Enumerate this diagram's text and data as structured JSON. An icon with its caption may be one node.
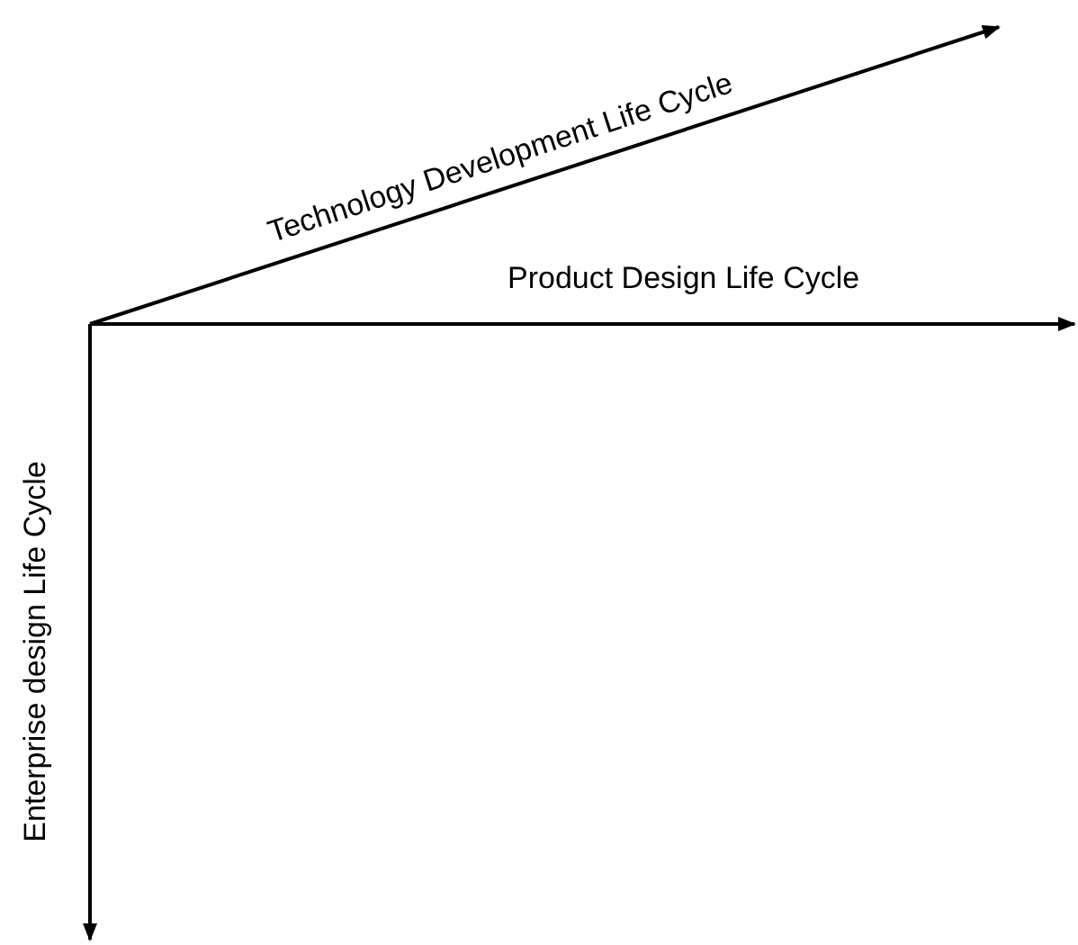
{
  "diagram": {
    "labels": [
      "Technology Development Life Cycle",
      "Product Design Life Cycle",
      "Enterprise design Life Cycle"
    ]
  }
}
